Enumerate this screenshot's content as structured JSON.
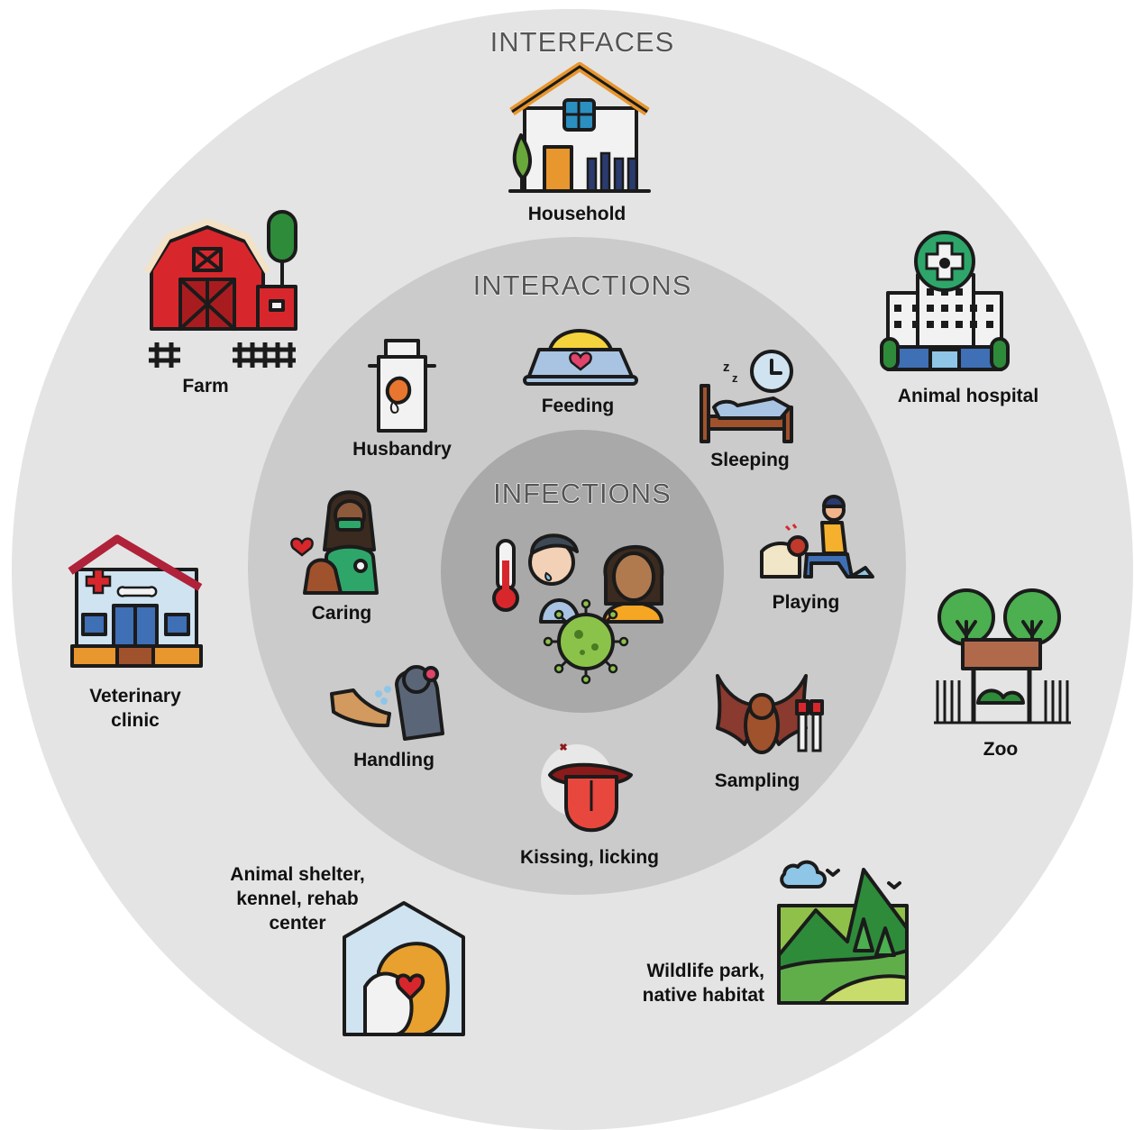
{
  "rings": {
    "outer": {
      "title": "INTERFACES",
      "color": "#e4e4e4"
    },
    "middle": {
      "title": "INTERACTIONS",
      "color": "#cbcbcb"
    },
    "inner": {
      "title": "INFECTIONS",
      "color": "#a9a9a9"
    }
  },
  "interfaces": {
    "household": "Household",
    "farm": "Farm",
    "animal_hospital": "Animal hospital",
    "veterinary_clinic": [
      "Veterinary",
      "clinic"
    ],
    "zoo": "Zoo",
    "shelter": [
      "Animal shelter,",
      "kennel, rehab",
      "center"
    ],
    "wildlife": [
      "Wildlife park,",
      "native habitat"
    ]
  },
  "interactions": {
    "feeding": "Feeding",
    "husbandry": "Husbandry",
    "sleeping": "Sleeping",
    "caring": "Caring",
    "playing": "Playing",
    "handling": "Handling",
    "sampling": "Sampling",
    "kissing": "Kissing, licking"
  },
  "icons": {
    "household": "house-icon",
    "farm": "barn-icon",
    "animal_hospital": "hospital-icon",
    "veterinary_clinic": "vet-clinic-icon",
    "zoo": "zoo-icon",
    "shelter": "shelter-icon",
    "wildlife": "mountains-icon",
    "feeding": "food-bowl-icon",
    "husbandry": "milk-can-icon",
    "sleeping": "bed-icon",
    "caring": "vet-with-dog-icon",
    "playing": "person-playing-dog-icon",
    "handling": "hand-feeding-rat-icon",
    "sampling": "bat-swab-icon",
    "kissing": "tongue-icon",
    "infections": "sick-people-virus-icon"
  }
}
